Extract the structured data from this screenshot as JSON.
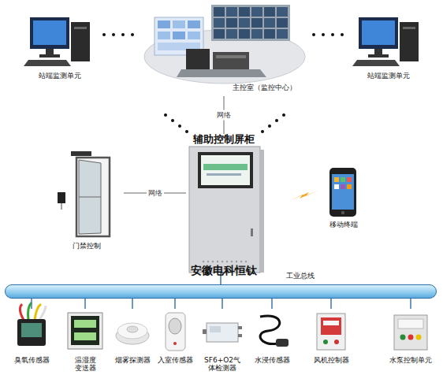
{
  "diagram": {
    "nodes": [
      {
        "text": [
          "站端监测单元"
        ]
      },
      {
        "text": [
          "主控室（监控中心）"
        ]
      },
      {
        "text": [
          "站端监测单元"
        ]
      },
      {
        "text": [
          "门禁控制"
        ]
      },
      {
        "text": [
          "辅助控制屏柜"
        ]
      },
      {
        "text": [
          "移动终端"
        ]
      },
      {
        "text": [
          "工业总线"
        ]
      },
      {
        "text": [
          "臭氧传感器"
        ]
      },
      {
        "text": [
          "温湿度变送器"
        ]
      },
      {
        "text": [
          "烟雾探测器"
        ]
      },
      {
        "text": [
          "入室传感器"
        ]
      },
      {
        "text": [
          "SF6+O2气体检测器"
        ]
      },
      {
        "text": [
          "水浸传感器"
        ]
      },
      {
        "text": [
          "风机控制器"
        ]
      },
      {
        "text": [
          "水泵控制单元"
        ]
      }
    ],
    "edges": [
      {
        "from": 1,
        "to": 4,
        "label": "网络",
        "arrow": "none"
      },
      {
        "from": 3,
        "to": 4,
        "label": "网络",
        "arrow": "none"
      },
      {
        "from": 4,
        "to": 6,
        "arrow": "none"
      },
      {
        "from": 6,
        "to": 7,
        "arrow": "none"
      },
      {
        "from": 6,
        "to": 8,
        "arrow": "none"
      },
      {
        "from": 6,
        "to": 9,
        "arrow": "none"
      },
      {
        "from": 6,
        "to": 10,
        "arrow": "none"
      },
      {
        "from": 6,
        "to": 11,
        "arrow": "none"
      },
      {
        "from": 6,
        "to": 12,
        "arrow": "none"
      },
      {
        "from": 6,
        "to": 13,
        "arrow": "none"
      },
      {
        "from": 6,
        "to": 14,
        "arrow": "none"
      }
    ],
    "labels": [
      "安徽电科恒钛"
    ]
  }
}
